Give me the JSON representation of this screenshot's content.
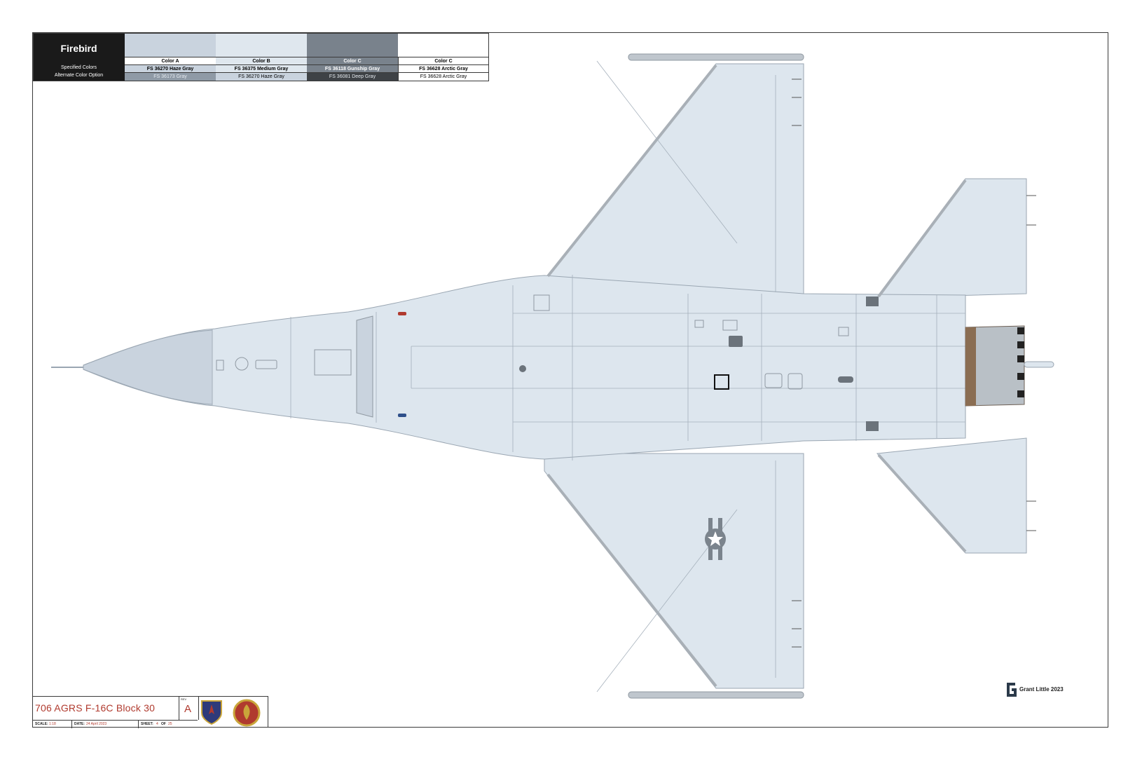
{
  "scheme": {
    "name": "Firebird",
    "row_labels": [
      "Specified Colors",
      "Alternate Color Option"
    ],
    "columns": [
      {
        "header": "Color A",
        "specified": "FS 36270 Haze Gray",
        "alternate": "FS 36173 Gray",
        "swatch": "#c9d3de",
        "alt_swatch": "#8f9aa6",
        "alt_text_color": "#e6ebf0"
      },
      {
        "header": "Color B",
        "specified": "FS 36375 Medium Gray",
        "alternate": "FS 36270 Haze Gray",
        "swatch": "#dfe7ee",
        "alt_swatch": "#c9d3de",
        "alt_text_color": "#1a1a1a"
      },
      {
        "header": "Color C",
        "specified": "FS 36118 Gunship Gray",
        "alternate": "FS 36081 Deep Gray",
        "swatch": "#79828c",
        "alt_swatch": "#3e4246",
        "alt_text_color": "#e6ebf0",
        "text_color": "#ffffff"
      },
      {
        "header": "Color C",
        "specified": "FS 36628 Arctic Gray",
        "alternate": "FS 36628 Arctic Gray",
        "swatch": "#ffffff",
        "alt_swatch": "#ffffff",
        "alt_text_color": "#1a1a1a"
      }
    ]
  },
  "title_block": {
    "title": "706 AGRS F-16C Block 30",
    "rev_label": "REV",
    "revision": "A",
    "scale_label": "SCALE:",
    "scale": "1:18",
    "date_label": "DATE:",
    "date": "24 April 2023",
    "sheet_label": "SHEET:",
    "sheet": "4",
    "of_label": "OF",
    "of_total": "25"
  },
  "credit": "Grant Little 2023",
  "colors": {
    "airframe": "#dde6ee",
    "haze": "#c9d3de",
    "panel_line": "#9aa6b2",
    "edge_gray": "#a9b0b7",
    "accent_red": "#b03a2e",
    "nozzle_bronze": "#8a6d52"
  }
}
